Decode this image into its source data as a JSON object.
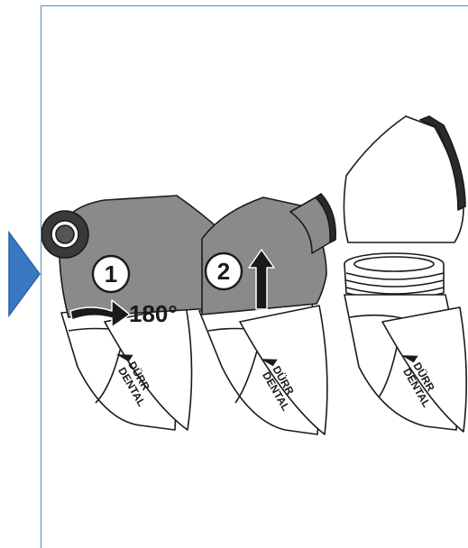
{
  "steps": {
    "step1": {
      "number": "1",
      "rotation_label": "180°"
    },
    "step2": {
      "number": "2"
    }
  },
  "brand": {
    "line1": "DÜRR",
    "line2": "DENTAL"
  },
  "colors": {
    "frame": "#4a8fc9",
    "pointer": "#3b78c2",
    "cap_grey": "#8a8a8a",
    "outline": "#1a1a1a"
  },
  "icons": [
    "pointer-arrow-icon",
    "rotate-arrow-icon",
    "lift-arrow-icon"
  ]
}
